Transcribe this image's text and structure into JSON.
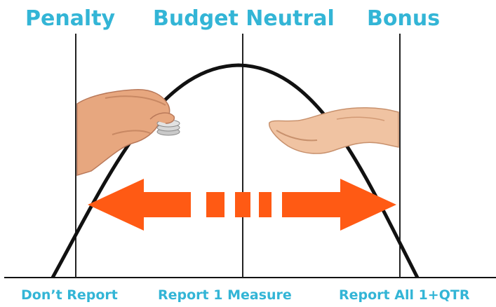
{
  "top_labels": {
    "penalty": "Penalty",
    "neutral": "Budget Neutral",
    "bonus": "Bonus"
  },
  "bottom_labels": {
    "dont_report": "Don’t Report",
    "report_one": "Report 1 Measure",
    "report_all": "Report All 1+QTR"
  },
  "colors": {
    "label_text": "#33b5d6",
    "arrow": "#ff5a14",
    "curve": "#111111",
    "skin": "#e7a77f"
  },
  "icons": [
    "hand-giving-coins-icon",
    "hand-receiving-icon",
    "double-arrow-icon"
  ]
}
